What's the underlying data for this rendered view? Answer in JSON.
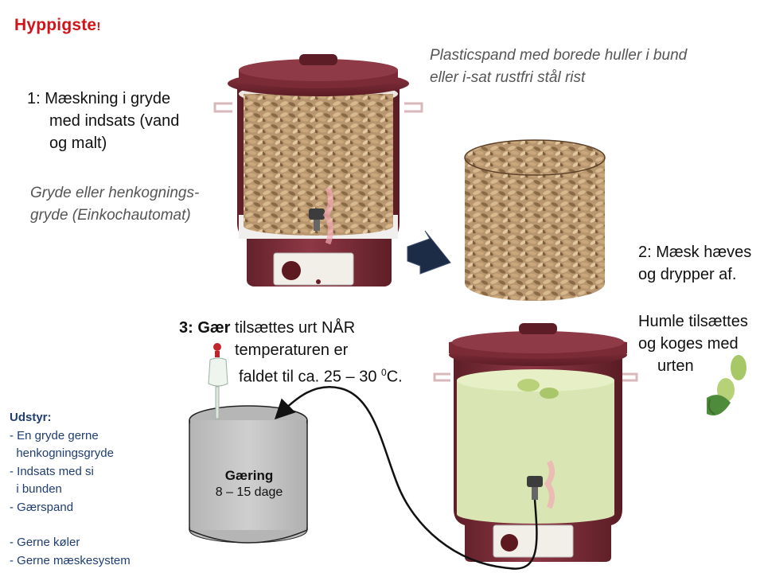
{
  "heading": {
    "text": "Hyppigste",
    "suffix": "!"
  },
  "step1": {
    "lines": [
      "1: Mæskning i gryde",
      "med indsats (vand",
      "og malt)"
    ]
  },
  "pot_note": {
    "lines": [
      "Gryde eller henkognings-",
      "gryde (Einkochautomat)"
    ]
  },
  "bucket_note": {
    "lines": [
      "Plasticspand med borede huller i bund",
      "eller i-sat rustfri stål rist"
    ]
  },
  "step2": {
    "lines": [
      "2: Mæsk hæves",
      "og drypper af."
    ]
  },
  "hops_note": {
    "lines": [
      "Humle tilsættes",
      "og koges med",
      "urten"
    ]
  },
  "step3": {
    "bold": "3: Gær",
    "rest": " tilsættes urt NÅR",
    "line2": "temperaturen er",
    "line3_pre": "faldet til ca. 25 – 30 ",
    "line3_sup": "0",
    "line3_post": "C."
  },
  "equipment": {
    "header": "Udstyr:",
    "items_a": [
      "- En gryde gerne",
      "  henkogningsgryde",
      "- Indsats med si",
      "  i bunden",
      "- Gærspand"
    ],
    "items_b": [
      "- Gerne køler",
      "- Gerne mæskesystem"
    ]
  },
  "fermenter": {
    "title": "Gæring",
    "days": "8 – 15 dage"
  },
  "colors": {
    "pot": "#7a2a34",
    "pot_dark": "#5a1c24",
    "grain": "#b8946a",
    "wort": "#d9e6b3",
    "fermenter": "#c8c8c8",
    "heading": "#d0141a",
    "equip_text": "#1f3d73"
  }
}
